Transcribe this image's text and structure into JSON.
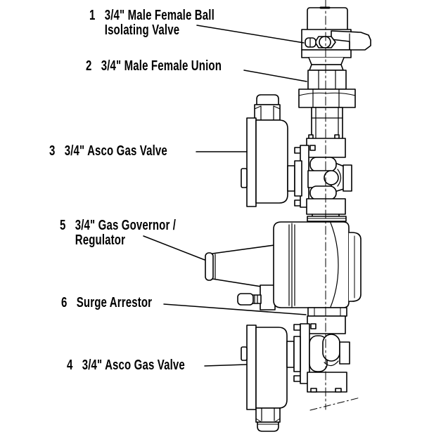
{
  "labels": {
    "ball_valve": {
      "num": "1",
      "line1": "3/4\" Male Female Ball",
      "line2": "Isolating Valve"
    },
    "union": {
      "num": "2",
      "line1": "3/4\" Male Female Union"
    },
    "asco_valve_top": {
      "num": "3",
      "line1": "3/4\" Asco Gas Valve"
    },
    "governor": {
      "num": "5",
      "line1": "3/4\" Gas Governor /",
      "line2": "Regulator"
    },
    "surge_arrestor": {
      "num": "6",
      "line1": "Surge Arrestor"
    },
    "asco_valve_bottom": {
      "num": "4",
      "line1": "3/4\" Asco Gas Valve"
    }
  },
  "colors": {
    "line": "#000000",
    "background": "#ffffff"
  }
}
